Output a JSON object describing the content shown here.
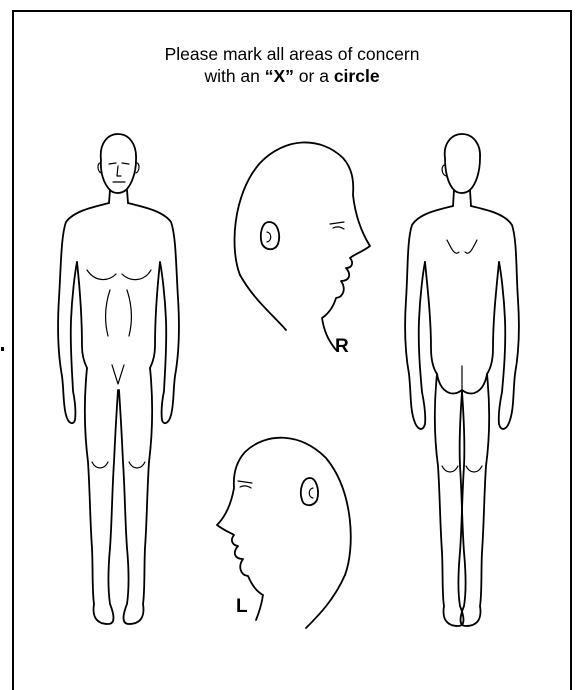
{
  "instructions": {
    "line1": "Please mark all areas of concern",
    "line2_prefix": "with an ",
    "line2_mark": "“X”",
    "line2_middle": " or a ",
    "line2_circle": "circle"
  },
  "labels": {
    "right_side": "R",
    "left_side": "L"
  }
}
